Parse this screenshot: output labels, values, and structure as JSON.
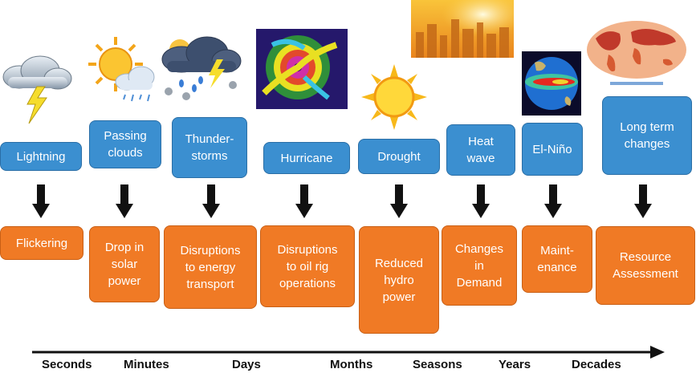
{
  "phenomena": [
    {
      "label": "Lightning",
      "icon": "storm-cloud-lightning-icon"
    },
    {
      "label": "Passing\nclouds",
      "icon": "sun-behind-cloud-icon"
    },
    {
      "label": "Thunder-\nstorms",
      "icon": "thunderstorm-icon"
    },
    {
      "label": "Hurricane",
      "icon": "hurricane-satellite-image"
    },
    {
      "label": "Drought",
      "icon": "sun-icon"
    },
    {
      "label": "Heat\nwave",
      "icon": "heat-city-image"
    },
    {
      "label": "El-Niño",
      "icon": "el-nino-globe-image"
    },
    {
      "label": "Long term\nchanges",
      "icon": "world-temperature-map-image"
    }
  ],
  "impacts": [
    "Flickering",
    "Drop in\nsolar\npower",
    "Disruptions\nto energy\ntransport",
    "Disruptions\nto oil rig\noperations",
    "Reduced\nhydro\npower",
    "Changes\nin\nDemand",
    "Maint-\nenance",
    "Resource\nAssessment"
  ],
  "timescales": [
    "Seconds",
    "Minutes",
    "Days",
    "Months",
    "Seasons",
    "Years",
    "Decades"
  ],
  "colors": {
    "phenomenon_box": "#3b8fd0",
    "impact_box": "#f07a25",
    "arrow": "#111111"
  }
}
